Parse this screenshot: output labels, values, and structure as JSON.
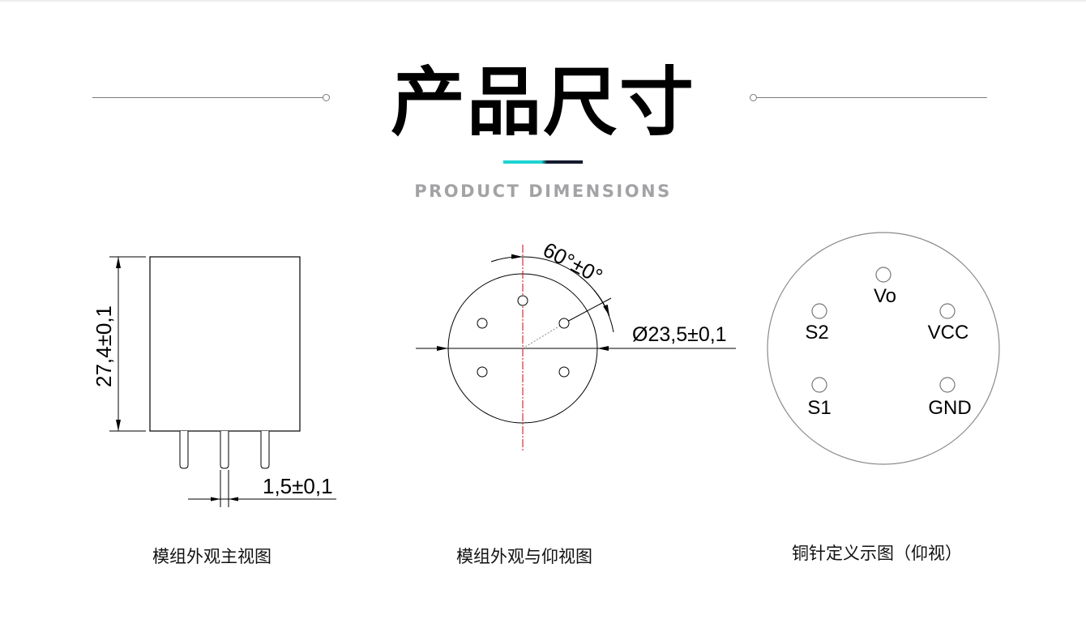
{
  "header": {
    "title": "产品尺寸",
    "subtitle": "PRODUCT DIMENSIONS",
    "accent_colors": {
      "cyan": "#1ed3d3",
      "dark": "#151a2e"
    }
  },
  "views": [
    {
      "caption": "模组外观主视图",
      "dimensions": {
        "height": "27,4±0,1",
        "pin_width": "1,5±0,1"
      }
    },
    {
      "caption": "模组外观与仰视图",
      "dimensions": {
        "angle": "60°±0°",
        "diameter": "Ø23,5±0,1"
      },
      "centerline_color": "#d0021b"
    },
    {
      "caption": "铜针定义示图（仰视）",
      "pins": [
        {
          "label": "Vo"
        },
        {
          "label": "S2"
        },
        {
          "label": "VCC"
        },
        {
          "label": "S1"
        },
        {
          "label": "GND"
        }
      ]
    }
  ]
}
